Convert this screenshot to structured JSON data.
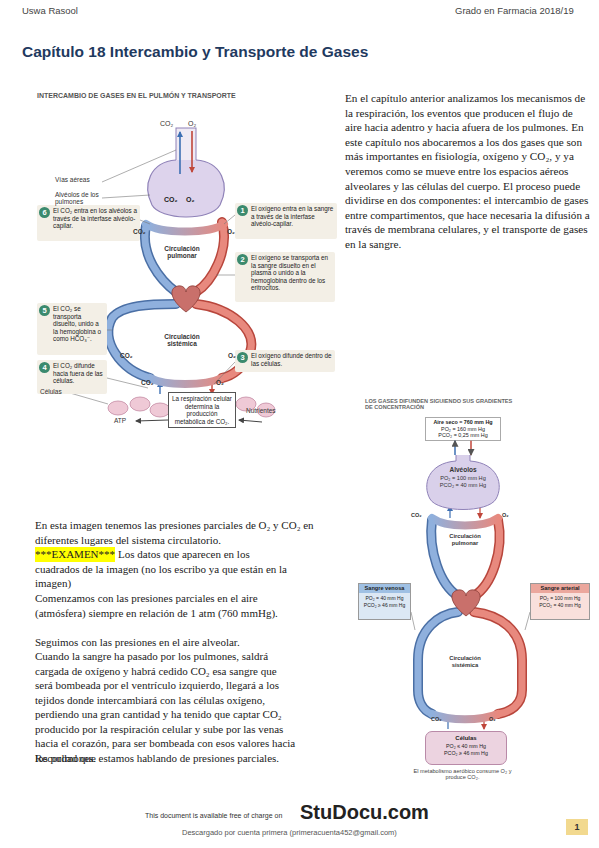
{
  "diagram": {
    "title": "Capítulo 18 Intercambio y Transporte de Gases",
    "nodes": [
      {
        "text": [
          "1",
          "El oxígeno entra en la sangre a través de la interfase alvéolo-capilar."
        ]
      },
      {
        "text": [
          "2",
          "El oxígeno se transporta en la sangre disuelto en el plasma o unido a la hemoglobina dentro de los eritrocitos."
        ]
      },
      {
        "text": [
          "3",
          "El oxígeno difunde dentro de las células."
        ]
      },
      {
        "text": [
          "4",
          "El CO₂ difunde hacia fuera de las células."
        ]
      },
      {
        "text": [
          "5",
          "El CO₂ se transporta disuelto, unido a la hemoglobina o como HCO₃⁻."
        ]
      },
      {
        "text": [
          "6",
          "El CO₂ entra en los alvéolos a través de la interfase alvéolo-capilar."
        ]
      },
      {
        "text": [
          "La respiración celular determina la producción metabólica de CO₂."
        ]
      },
      {
        "text": [
          "Aire seco = 760 mm Hg",
          "PO₂ = 160 mm Hg",
          "PCO₂ = 0,25 mm Hg"
        ]
      },
      {
        "text": [
          "Alvéolos",
          "PO₂ = 100 mm Hg",
          "PCO₂ = 40 mm Hg"
        ]
      },
      {
        "text": [
          "Sangre venosa",
          "PO₂ = 40 mm Hg",
          "PCO₂ ≥ 46 mm Hg"
        ]
      },
      {
        "text": [
          "Sangre arterial",
          "PO₂ = 100 mm Hg",
          "PCO₂ = 40 mm Hg"
        ]
      },
      {
        "text": [
          "Células",
          "PO₂ ≤ 40 mm Hg",
          "PCO₂ ≥ 46 mm Hg"
        ]
      }
    ],
    "edges": [
      {
        "from": 7,
        "to": 8,
        "arrow": "to"
      },
      {
        "from": 8,
        "to": 7,
        "arrow": "to"
      }
    ],
    "labels": [
      "Uswa Rasool",
      "Grado en Farmacia 2018/19",
      "INTERCAMBIO DE GASES EN EL PULMÓN Y TRANSPORTE",
      "CO₂",
      "O₂",
      "Vías aéreas",
      "Alvéolos de los pulmones",
      "CO₂",
      "O₂",
      "Circulación pulmonar",
      "CO₂",
      "O₂",
      "Circulación sistémica",
      "CO₂",
      "O₂",
      "Células",
      "CO₂",
      "O₂",
      "ATP",
      "Nutrientes",
      "En el capítulo anterior analizamos los mecanismos de la respiración, los eventos que producen el flujo de aire hacia adentro y hacia afuera de los pulmones. En este capítulo nos abocaremos a los dos gases que son más importantes en fisiología, oxígeno y CO₂, y ya veremos como se mueve entre los espacios aéreos alveolares y las células del cuerpo. El proceso puede dividirse en dos componentes: el intercambio de gases entre compartimentos, que hace necesaria la difusión a través de membrana celulares, y el transporte de gases en la sangre.",
      "LOS GASES DIFUNDEN SIGUIENDO SUS GRADIENTES DE CONCENTRACIÓN",
      "CO₂",
      "O₂",
      "Circulación pulmonar",
      "Circulación sistémica",
      "CO₂",
      "O₂",
      "El metabolismo aeróbico consume O₂ y produce CO₂.",
      "En esta imagen tenemos las presiones parciales de O₂ y CO₂ en diferentes lugares del sistema circulatorio.",
      "***EXAMEN***",
      "Los datos que aparecen en los cuadrados de la imagen (no los escribo ya que están en la imagen)",
      "Comenzamos con las presiones parciales en el aire (atmósfera) siempre en relación de 1 atm (760 mmHg).",
      "Seguimos con las presiones en el aire alveolar.",
      "Cuando la sangre ha pasado por los pulmones, saldrá cargada de oxígeno y habrá cedido CO₂ esa sangre que será bombeada por el ventrículo izquierdo, llegará a los tejidos donde intercambiará con las células oxígeno, perdiendo una gran cantidad y ha tenido que captar CO₂ producido por la respiración celular y sube por las venas hacia el corazón, para ser bombeada con esos valores hacia los pulmones.",
      "Recordad que estamos hablando de presiones parciales.",
      "This document is available free of charge on",
      "StuDocu.com",
      "Descargado por cuenta primera (primeracuenta452@gmail.com)",
      "1"
    ]
  }
}
